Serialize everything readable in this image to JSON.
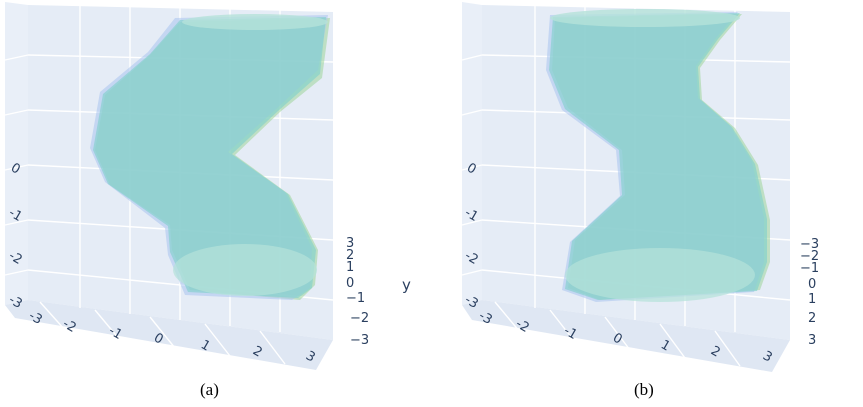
{
  "chart_data": [
    {
      "type": "surface3d",
      "panel": "a",
      "caption": "(a)",
      "axes": {
        "x": {
          "ticks": [
            "-3",
            "-2",
            "-1",
            "0",
            "1",
            "2",
            "3"
          ]
        },
        "y": {
          "title": "y",
          "ticks": [
            "3",
            "2",
            "1",
            "0",
            "−1",
            "−2",
            "−3"
          ]
        },
        "z": {
          "ticks": [
            "0",
            "-1",
            "-2",
            "-3"
          ]
        }
      },
      "series": [
        {
          "color": "#9fd59b"
        },
        {
          "color": "#a9c4ef"
        },
        {
          "color": "#7fd1cc"
        }
      ],
      "grid": true
    },
    {
      "type": "surface3d",
      "panel": "b",
      "caption": "(b)",
      "axes": {
        "x": {
          "ticks": [
            "-3",
            "-2",
            "-1",
            "0",
            "1",
            "2",
            "3"
          ]
        },
        "y": {
          "ticks": [
            "−3",
            "−2",
            "−1",
            "0",
            "1",
            "2",
            "3"
          ]
        },
        "z": {
          "ticks": [
            "0",
            "-1",
            "-2",
            "-3"
          ]
        }
      },
      "series": [
        {
          "color": "#9fd59b"
        },
        {
          "color": "#a9c4ef"
        },
        {
          "color": "#7fd1cc"
        }
      ],
      "grid": true
    }
  ],
  "colors": {
    "background": "#ffffff",
    "pane": "#e5ecf6",
    "grid": "#ffffff",
    "tick_text": "#2a3f5f"
  }
}
